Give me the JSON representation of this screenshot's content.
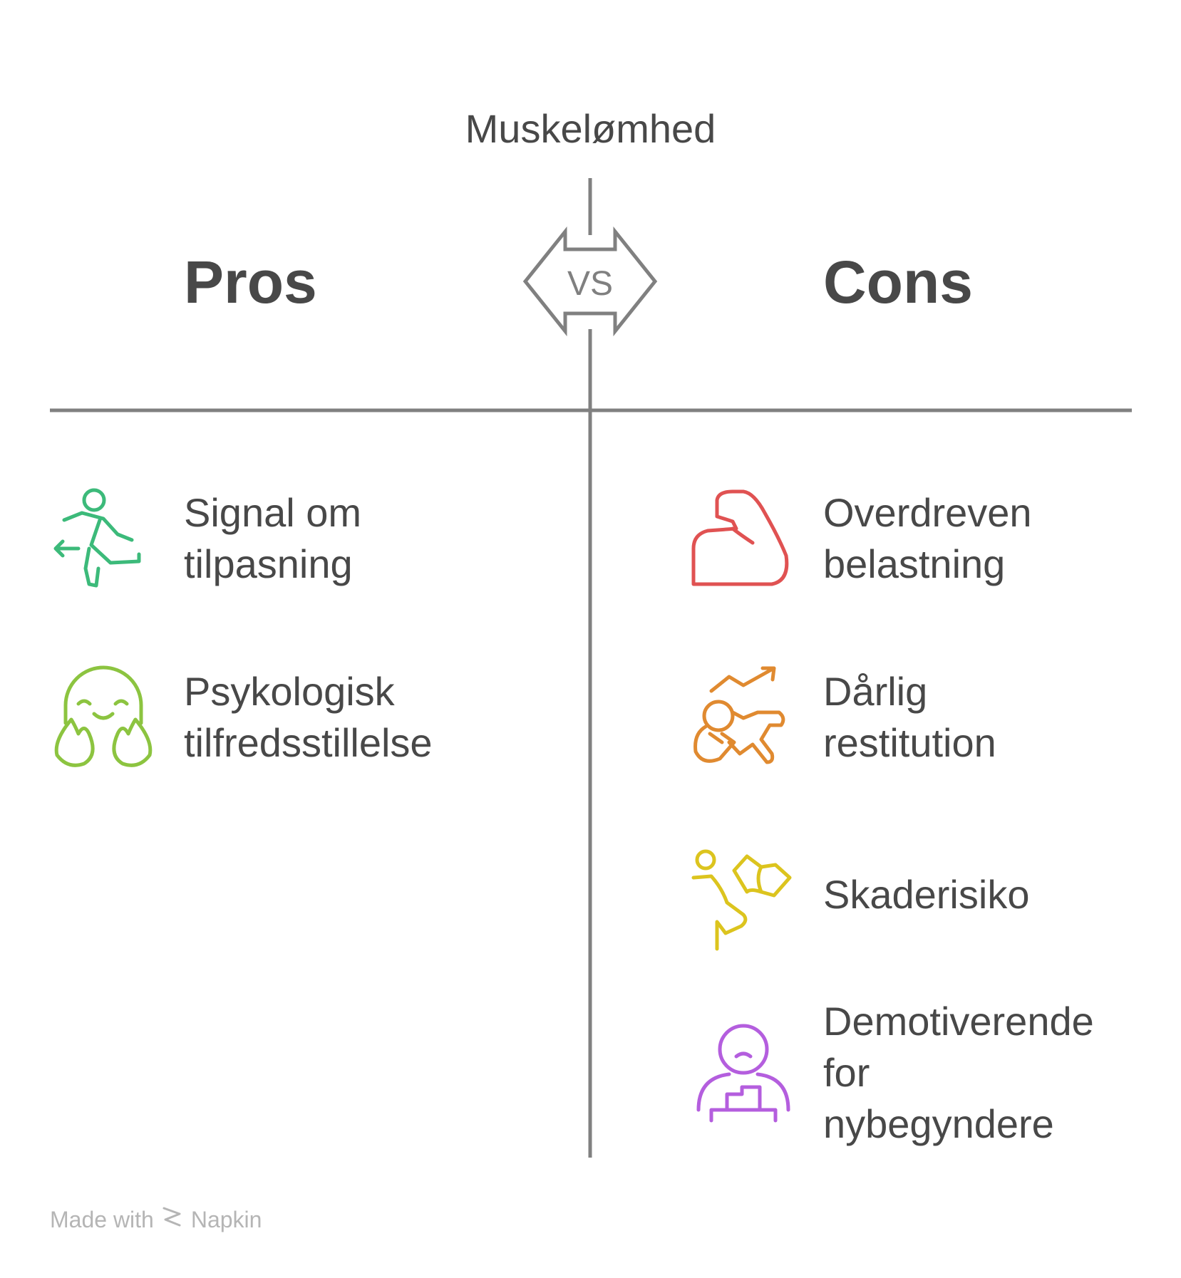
{
  "topic": "Muskelømhed",
  "vs_label": "VS",
  "headings": {
    "pros": "Pros",
    "cons": "Cons"
  },
  "pros": [
    {
      "icon": "running-person-icon",
      "color": "#3cba7a",
      "lines": [
        "Signal om",
        "tilpasning"
      ]
    },
    {
      "icon": "happy-face-hands-icon",
      "color": "#8cc440",
      "lines": [
        "Psykologisk",
        "tilfredsstillelse"
      ]
    }
  ],
  "cons": [
    {
      "icon": "flexed-arm-icon",
      "color": "#e05252",
      "lines": [
        "Overdreven",
        "belastning"
      ]
    },
    {
      "icon": "tired-person-trend-icon",
      "color": "#e08a30",
      "lines": [
        "Dårlig",
        "restitution"
      ]
    },
    {
      "icon": "falling-person-icon",
      "color": "#dcc41e",
      "lines": [
        "Skaderisiko"
      ]
    },
    {
      "icon": "sad-person-podium-icon",
      "color": "#b45ede",
      "lines": [
        "Demotiverende",
        "for",
        "nybegyndere"
      ]
    }
  ],
  "footer": {
    "prefix": "Made with",
    "brand": "Napkin"
  },
  "colors": {
    "lines": "#808080",
    "text": "#484848",
    "footer": "#b5b5b5"
  }
}
